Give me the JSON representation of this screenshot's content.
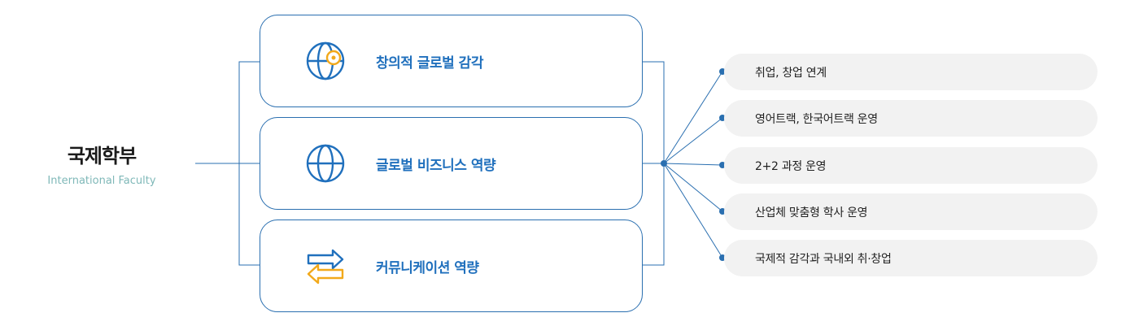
{
  "title": {
    "korean": "국제학부",
    "english": "International Faculty"
  },
  "capabilities": [
    {
      "label": "창의적 글로벌 감각",
      "icon": "globe-location-icon"
    },
    {
      "label": "글로벌 비즈니스 역량",
      "icon": "globe-icon"
    },
    {
      "label": "커뮤니케이션 역량",
      "icon": "exchange-arrows-icon"
    }
  ],
  "outcomes": [
    "취업, 창업 연계",
    "영어트랙, 한국어트랙 운영",
    "2+2 과정 운영",
    "산업체 맞춤형 학사 운영",
    "국제적 감각과 국내외 취·창업"
  ],
  "colors": {
    "primary": "#2070bd",
    "accent": "#f2a91b",
    "pill": "#f2f2f2",
    "subtitle": "#7fb8b8"
  }
}
